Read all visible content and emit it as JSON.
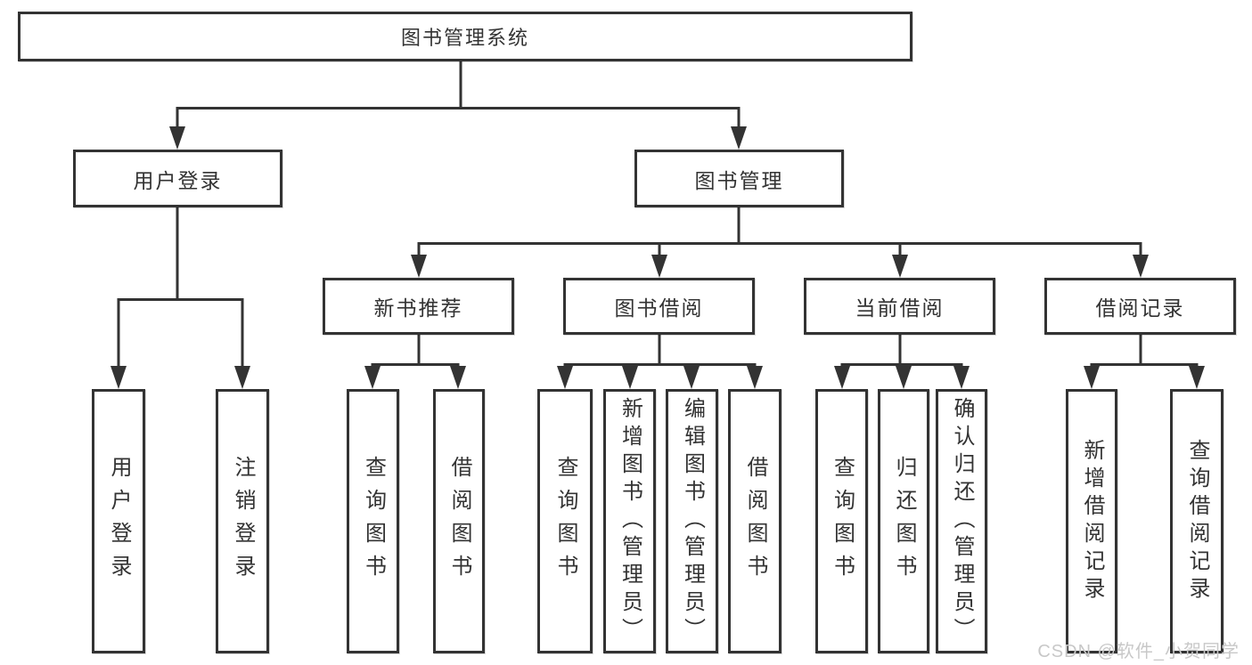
{
  "diagram_title": "图书管理系统",
  "nodes": {
    "root": "图书管理系统",
    "user_login": "用户登录",
    "book_mgmt": "图书管理",
    "new_book_rec": "新书推荐",
    "book_borrow": "图书借阅",
    "current_borrow": "当前借阅",
    "borrow_records": "借阅记录",
    "leaf_user_login": "用户登录",
    "leaf_logout": "注销登录",
    "leaf_nbr_query": "查询图书",
    "leaf_nbr_borrow": "借阅图书",
    "leaf_bb_query": "查询图书",
    "leaf_bb_add": "新增图书（管理员）",
    "leaf_bb_edit": "编辑图书（管理员）",
    "leaf_bb_borrow": "借阅图书",
    "leaf_cb_query": "查询图书",
    "leaf_cb_return": "归还图书",
    "leaf_cb_confirm": "确认归还（管理员）",
    "leaf_br_add": "新增借阅记录",
    "leaf_br_query": "查询借阅记录"
  },
  "hierarchy": {
    "图书管理系统": {
      "用户登录": [
        "用户登录",
        "注销登录"
      ],
      "图书管理": {
        "新书推荐": [
          "查询图书",
          "借阅图书"
        ],
        "图书借阅": [
          "查询图书",
          "新增图书（管理员）",
          "编辑图书（管理员）",
          "借阅图书"
        ],
        "当前借阅": [
          "查询图书",
          "归还图书",
          "确认归还（管理员）"
        ],
        "借阅记录": [
          "新增借阅记录",
          "查询借阅记录"
        ]
      }
    }
  },
  "watermark": {
    "text": "CSDN @软件_小贺同学"
  },
  "colors": {
    "line": "#333333",
    "box_border": "#333333",
    "text": "#333333",
    "watermark": "#c8c8c8",
    "background": "#ffffff"
  }
}
